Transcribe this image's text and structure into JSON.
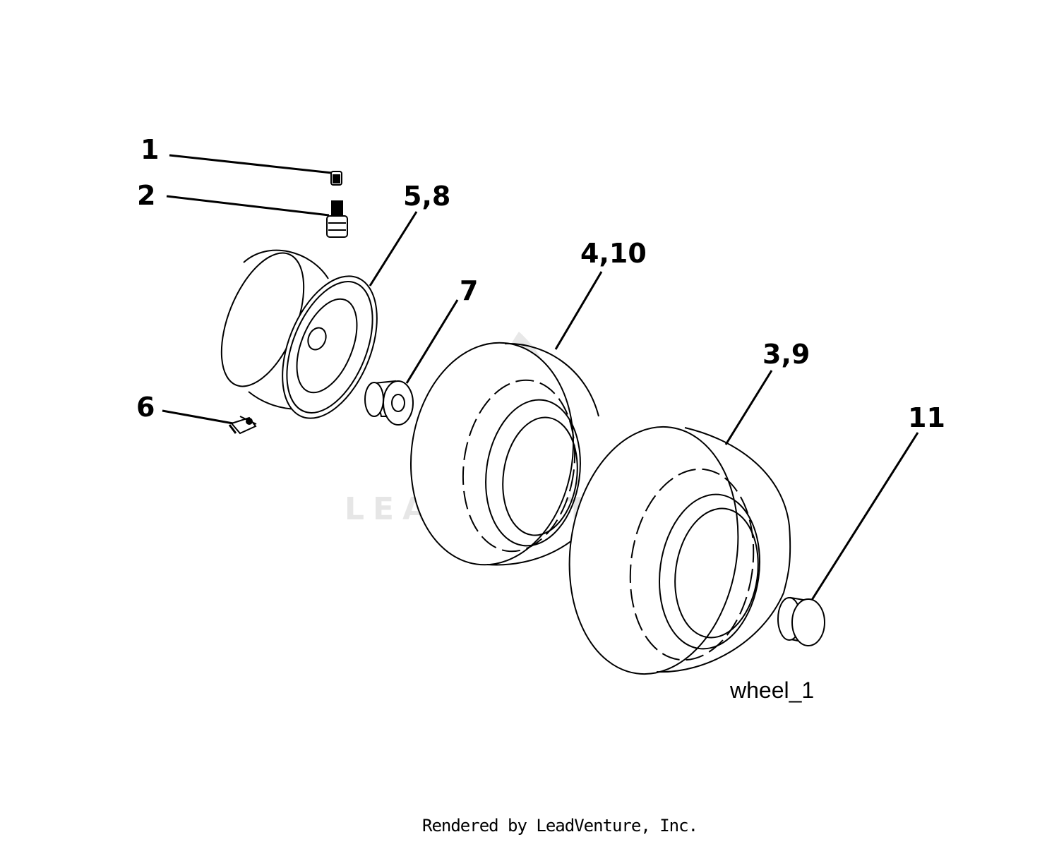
{
  "diagram": {
    "callouts": {
      "c1": "1",
      "c2": "2",
      "c58": "5,8",
      "c410": "4,10",
      "c7": "7",
      "c39": "3,9",
      "c11": "11",
      "c6": "6"
    },
    "figure_id": "wheel_1",
    "footer": "Rendered by LeadVenture, Inc.",
    "watermark": "LEADVENTURE"
  },
  "colors": {
    "ink": "#000000",
    "watermark": "#e6e6e6",
    "background": "#ffffff"
  },
  "icons": {
    "watermark_logo": "leadventure-flame-logo"
  }
}
